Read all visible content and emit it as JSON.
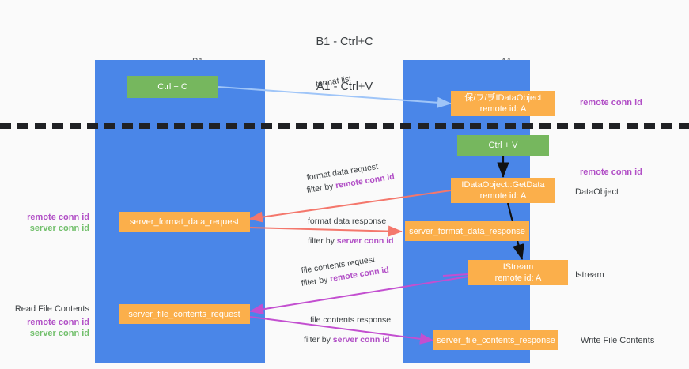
{
  "title": {
    "line1": "B1 - Ctrl+C",
    "line2": "A1 - Ctrl+V"
  },
  "columns": [
    {
      "id": "b1",
      "name": "B1",
      "role": "connection"
    },
    {
      "id": "a1",
      "name": "A1",
      "role": "remote"
    }
  ],
  "colors": {
    "lane": "#4a86e8",
    "green_node": "#76b75e",
    "orange_node": "#fbaf4b",
    "purple_text": "#b14fc6",
    "green_text": "#71bf6b",
    "blue_arrow": "#9fc5f8",
    "red_arrow": "#f4776c",
    "magenta_arrow": "#c34fd0",
    "black_arrow": "#000000",
    "divider": "#202124",
    "background": "#fafafa",
    "text": "#3c4043"
  },
  "nodes": {
    "ctrl_c": {
      "label": "Ctrl + C",
      "sub": ""
    },
    "idataobject": {
      "label": "保/フ/ヺIDataObject",
      "sub": "remote id: A"
    },
    "ctrl_v": {
      "label": "Ctrl + V",
      "sub": ""
    },
    "getdata": {
      "label": "IDataObject::GetData",
      "sub": "remote id: A"
    },
    "format_request": {
      "label": "server_format_data_request",
      "sub": ""
    },
    "format_response": {
      "label": "server_format_data_response",
      "sub": ""
    },
    "istream": {
      "label": "IStream",
      "sub": "remote id: A"
    },
    "file_request": {
      "label": "server_file_contents_request",
      "sub": ""
    },
    "file_response": {
      "label": "server_file_contents_response",
      "sub": ""
    }
  },
  "annotations": {
    "right_remote_conn_id_top": "remote conn id",
    "right_remote_conn_id_mid": "remote conn id",
    "right_dataobject": "DataObject",
    "right_istream": "Istream",
    "right_write_file_contents": "Write File Contents",
    "left_mid_remote": "remote conn id",
    "left_mid_server": "server conn id",
    "left_read_file_contents": "Read File Contents",
    "left_bottom_remote": "remote conn id",
    "left_bottom_server": "server conn id"
  },
  "edge_labels": {
    "format_list": "format list",
    "format_data_request": "format data request",
    "format_data_request_filter_prefix": "filter by ",
    "format_data_request_filter_key": "remote conn id",
    "format_data_response": "format data response",
    "format_data_response_filter_prefix": "filter by ",
    "format_data_response_filter_key": "server conn id",
    "file_contents_request": "file contents request",
    "file_contents_request_filter_prefix": "filter by ",
    "file_contents_request_filter_key": "remote conn id",
    "file_contents_response": "file contents response",
    "file_contents_response_filter_prefix": "filter by ",
    "file_contents_response_filter_key": "server conn id"
  }
}
